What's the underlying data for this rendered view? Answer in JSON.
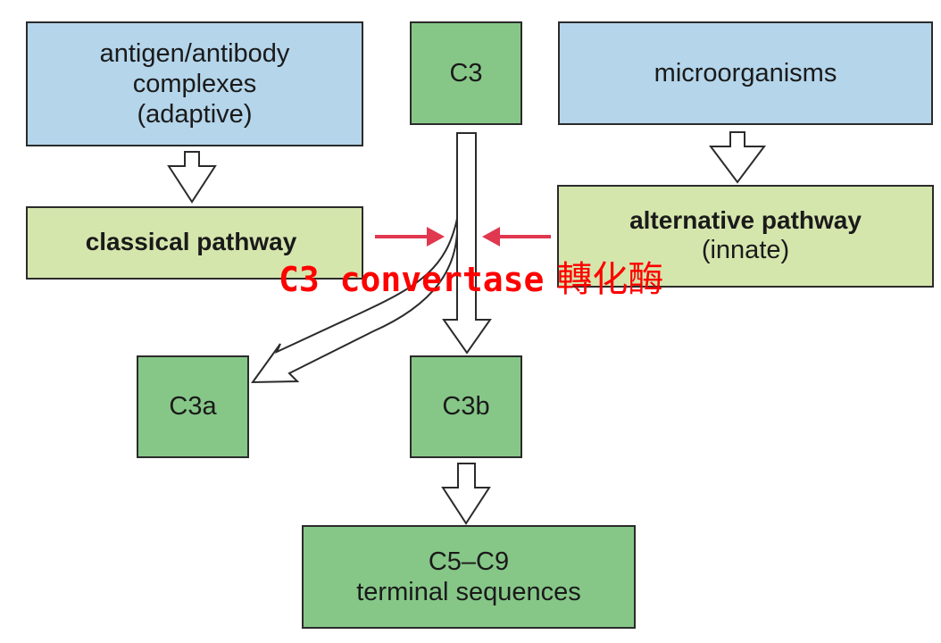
{
  "diagram": {
    "title": "Complement activation pathways",
    "nodes": {
      "antigen": {
        "lines": [
          "antigen/antibody",
          "complexes",
          "(adaptive)"
        ],
        "color": "#b4d5ea"
      },
      "c3": {
        "lines": [
          "C3"
        ],
        "color": "#86c788"
      },
      "microorganisms": {
        "lines": [
          "microorganisms"
        ],
        "color": "#b4d5ea"
      },
      "classical": {
        "lines": [
          "classical pathway"
        ],
        "color": "#d5e6ad"
      },
      "alternative": {
        "lines": [
          "alternative pathway",
          "(innate)"
        ],
        "color": "#d5e6ad"
      },
      "c3a": {
        "lines": [
          "C3a"
        ],
        "color": "#86c788"
      },
      "c3b": {
        "lines": [
          "C3b"
        ],
        "color": "#86c788"
      },
      "c5c9": {
        "lines": [
          "C5–C9",
          "terminal sequences"
        ],
        "color": "#86c788"
      }
    },
    "edges": [
      {
        "from": "antigen",
        "to": "classical",
        "style": "hollow-arrow"
      },
      {
        "from": "microorganisms",
        "to": "alternative",
        "style": "hollow-arrow"
      },
      {
        "from": "c3",
        "to": "c3b",
        "style": "hollow-arrow"
      },
      {
        "from": "c3",
        "to": "c3a",
        "style": "curved-hollow-arrow"
      },
      {
        "from": "c3b",
        "to": "c5c9",
        "style": "hollow-arrow"
      },
      {
        "from": "classical",
        "to": "c3-cleavage",
        "style": "red-arrow"
      },
      {
        "from": "alternative",
        "to": "c3-cleavage",
        "style": "red-arrow"
      }
    ],
    "annotation": {
      "text_en": "C3 convertase",
      "text_zh": "轉化酶",
      "color": "#ff0000"
    },
    "accent_arrow_color": "#e0384f"
  }
}
